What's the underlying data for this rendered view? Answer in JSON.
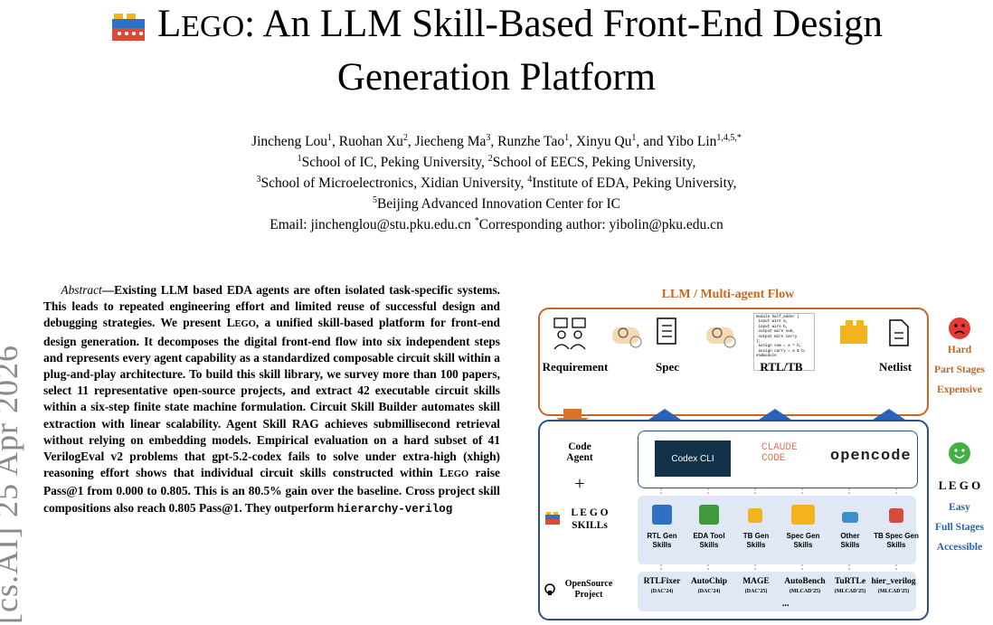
{
  "title": {
    "line1_cap1": "L",
    "line1_small": "EGO",
    "line1_rest": ": An LLM Skill-Based Front-End Design",
    "line2": "Generation Platform"
  },
  "authors": {
    "names": [
      {
        "name": "Jincheng Lou",
        "sup": "1"
      },
      {
        "name": "Ruohan Xu",
        "sup": "2"
      },
      {
        "name": "Jiecheng Ma",
        "sup": "3"
      },
      {
        "name": "Runzhe Tao",
        "sup": "1"
      },
      {
        "name": "Xinyu Qu",
        "sup": "1"
      },
      {
        "name": "Yibo Lin",
        "sup": "1,4,5,*"
      }
    ],
    "and": "and",
    "aff1_sup": "1",
    "aff1": "School of IC, Peking University,",
    "aff2_sup": "2",
    "aff2": "School of EECS, Peking University,",
    "aff3_sup": "3",
    "aff3": "School of Microelectronics, Xidian University,",
    "aff4_sup": "4",
    "aff4": "Institute of EDA, Peking University,",
    "aff5_sup": "5",
    "aff5": "Beijing Advanced Innovation Center for IC",
    "email_label": "Email: jinchenglou@stu.pku.edu.cn",
    "corr_sup": "*",
    "corr": "Corresponding author: yibolin@pku.edu.cn"
  },
  "arxiv_stamp": "[cs.AI]  25 Apr 2026",
  "abstract": {
    "lead": "Abstract",
    "dash": "—",
    "p1": "Existing LLM based EDA agents are often isolated task-specific systems. This leads to repeated engineering effort and limited reuse of successful design and debugging strategies. We present ",
    "lego_L": "L",
    "lego_rest": "EGO",
    "p2": ", a unified skill-based platform for front-end design generation. It decomposes the digital front-end flow into six independent steps and represents every agent capability as a standardized composable circuit skill within a plug-and-play architecture. To build this skill library, we survey more than 100 papers, select 11 representative open-source projects, and extract 42 executable circuit skills within a six-step finite state machine formulation. Circuit Skill Builder automates skill extraction with linear scalability. Agent Skill RAG achieves submillisecond retrieval without relying on embedding models. Empirical evaluation on a hard subset of 41 VerilogEval v2 problems that gpt-5.2-codex fails to solve under extra-high (xhigh) reasoning effort shows that individual circuit skills constructed within ",
    "p3": " raise Pass@1 from 0.000 to 0.805. This is an 80.5% gain over the baseline. Cross project skill compositions also reach 0.805 Pass@1. They outperform ",
    "mono": "hierarchy-verilog"
  },
  "figure": {
    "flow_title": "LLM / Multi-agent Flow",
    "stages": [
      "Requirement",
      "Spec",
      "RTL/TB",
      "Netlist"
    ],
    "right_top": [
      "Hard",
      "Part Stages",
      "Expensive"
    ],
    "right_bottom_title": "L E G O",
    "right_bottom": [
      "Easy",
      "Full Stages",
      "Accessible"
    ],
    "code_agent": "Code\nAgent",
    "plus": "+",
    "lego_skills": "L E G O\nSKILLs",
    "opensource": "OpenSource\nProject",
    "tools": [
      "Codex CLI",
      "CLAUDE\nCODE",
      "opencode"
    ],
    "skills": [
      {
        "label": "RTL Gen\nSkills",
        "color": "#2f6fc4"
      },
      {
        "label": "EDA Tool\nSkills",
        "color": "#3f9a3c"
      },
      {
        "label": "TB Gen\nSkills",
        "color": "#f2b31d"
      },
      {
        "label": "Spec Gen\nSkills",
        "color": "#f2b31d"
      },
      {
        "label": "Other\nSkills",
        "color": "#3c8fcb"
      },
      {
        "label": "TB Spec Gen\nSkills",
        "color": "#d94a3a"
      }
    ],
    "projects": [
      {
        "name": "RTLFixer",
        "venue": "(DAC'24)"
      },
      {
        "name": "AutoChip",
        "venue": "(DAC'24)"
      },
      {
        "name": "MAGE",
        "venue": "(DAC'25)"
      },
      {
        "name": "AutoBench",
        "venue": "(MLCAD'25)"
      },
      {
        "name": "TuRTLe",
        "venue": "(MLCAD'25)"
      },
      {
        "name": "hier_verilog",
        "venue": "(MLCAD'25)"
      }
    ],
    "ellipsis": "...",
    "code_snippet": "module half_adder (\n input wire a,\n input wire b,\n output wire sum,\n output wire carry\n);\n assign sum = a ^ b;\n assign carry = a & b;\nendmodule",
    "colors": {
      "orange": "#c7661e",
      "blue": "#2c4f8c",
      "accent_blue": "#2a63b8"
    }
  }
}
